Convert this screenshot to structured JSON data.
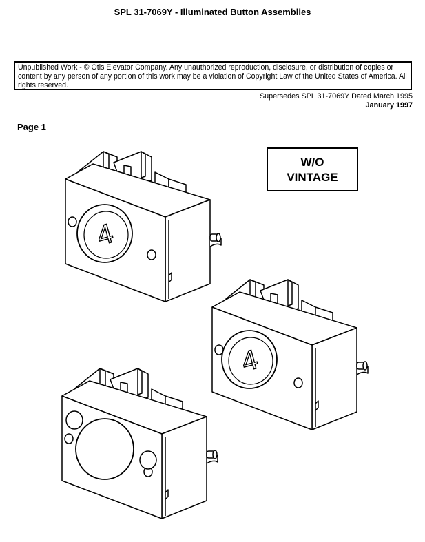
{
  "header": {
    "title": "SPL 31-7069Y  -  Illuminated Button Assemblies"
  },
  "notice": {
    "text": "Unpublished Work - © Otis Elevator Company.  Any unauthorized reproduction, disclosure, or distribution of copies or content by any person of any portion of this work may be a violation of Copyright Law of the United States of America.  All rights reserved."
  },
  "revision": {
    "supersedes": "Supersedes SPL 31-7069Y Dated March 1995",
    "date": "January 1997"
  },
  "page": {
    "label": "Page 1"
  },
  "stamp": {
    "line1": "W/O",
    "line2": "VINTAGE"
  },
  "assemblies": [
    {
      "name": "illuminated button assembly",
      "digit": "4"
    },
    {
      "name": "illuminated button assembly",
      "digit": "4"
    },
    {
      "name": "button assembly without insert",
      "digit": ""
    }
  ]
}
